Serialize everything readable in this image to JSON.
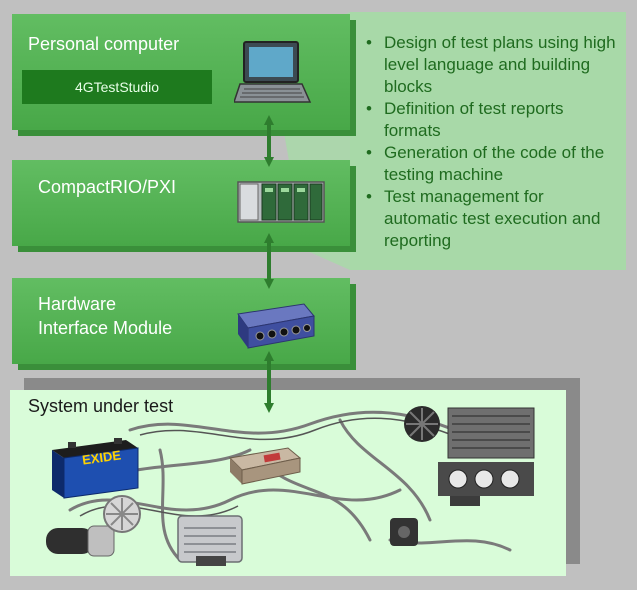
{
  "nodes": {
    "personal_computer": {
      "label": "Personal computer",
      "software": "4GTestStudio"
    },
    "compactrio": {
      "label": "CompactRIO/PXI"
    },
    "hardware_interface": {
      "label_line1": "Hardware",
      "label_line2": "Interface Module"
    },
    "system_under_test": {
      "label": "System under test"
    }
  },
  "notes": [
    "Design of test plans using high level language and building blocks",
    "Definition of test reports formats",
    "Generation of the code of the testing machine",
    "Test management for automatic test execution and reporting"
  ],
  "icons": {
    "pc": "laptop-icon",
    "crio": "compactrio-chassis-icon",
    "him": "interface-module-icon",
    "battery": "battery-icon",
    "ecu": "ecu-icon",
    "motor": "motor-icon",
    "hvac": "hvac-unit-icon",
    "harness": "wiring-harness-icon"
  },
  "battery_brand": "EXIDE",
  "colors": {
    "box": "#55b555",
    "box_shadow": "#3a8f3a",
    "notes_bg": "#a8d9a8",
    "notes_text": "#1f6b1f",
    "arrow": "#2e7d2e",
    "sut_bg": "#d9fcd9"
  }
}
